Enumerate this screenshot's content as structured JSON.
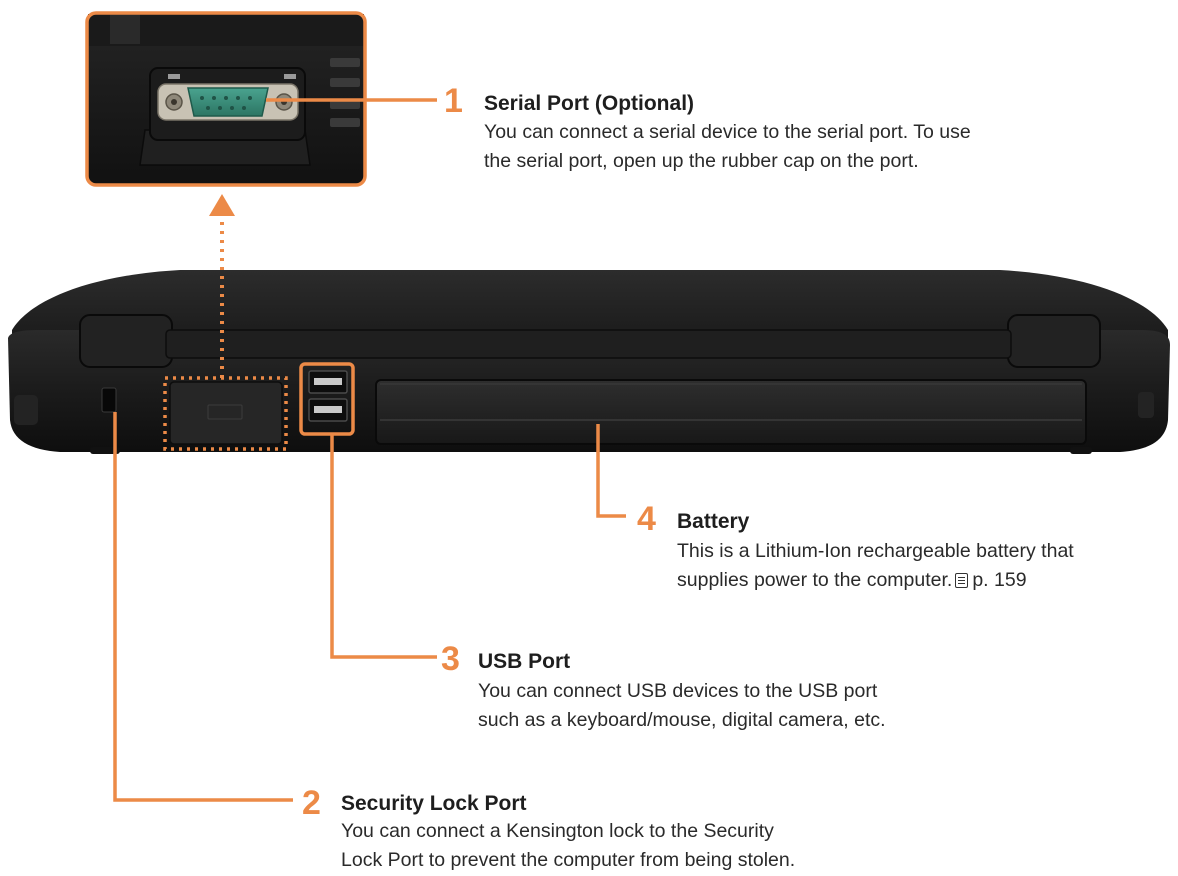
{
  "callouts": [
    {
      "number": "1",
      "title": "Serial Port (Optional)",
      "lines": [
        "You can connect a serial device to the serial port. To use",
        "the serial port, open up the rubber cap on the port."
      ]
    },
    {
      "number": "2",
      "title": "Security Lock Port",
      "lines": [
        "You can connect a Kensington lock to the Security",
        "Lock Port to prevent the computer from being stolen."
      ]
    },
    {
      "number": "3",
      "title": "USB Port",
      "lines": [
        "You can connect USB devices to the USB port",
        "such as a keyboard/mouse, digital camera, etc."
      ]
    },
    {
      "number": "4",
      "title": "Battery",
      "lines": [
        "This is a Lithium-Ion rechargeable battery that",
        "supplies power to the computer."
      ],
      "page_ref": "p. 159"
    }
  ],
  "icons": {
    "page_reference": "page-reference-icon"
  },
  "colors": {
    "accent": "#ec8a47",
    "laptop_body": "#1c1c1c"
  }
}
